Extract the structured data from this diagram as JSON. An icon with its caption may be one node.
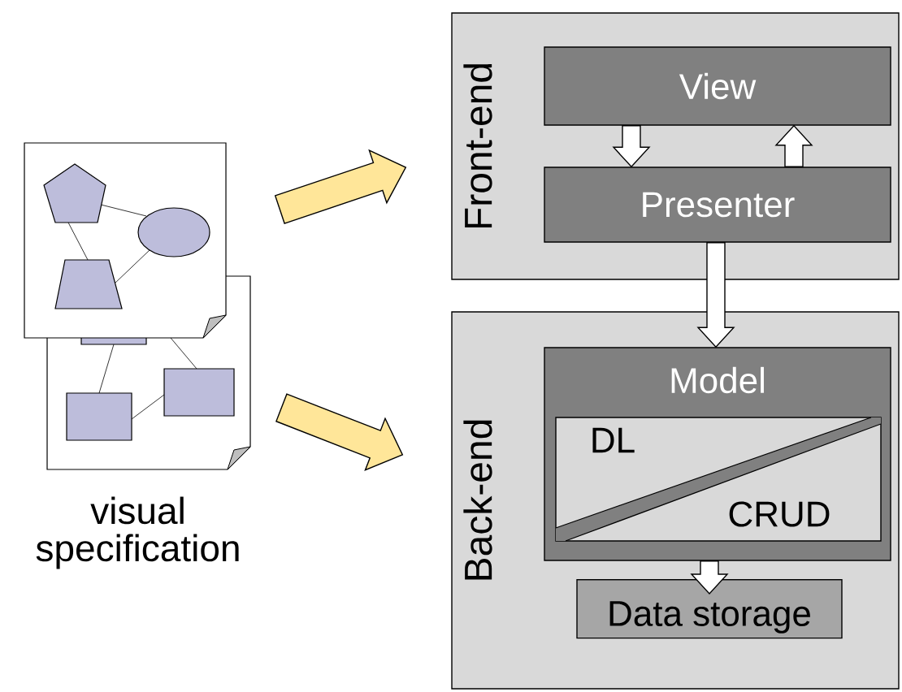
{
  "diagram": {
    "nodes": [
      {
        "text": [
          "visual specification"
        ]
      },
      {
        "text": [
          "Front-end"
        ]
      },
      {
        "text": [
          "View"
        ],
        "in": 1
      },
      {
        "text": [
          "Presenter"
        ],
        "in": 1
      },
      {
        "text": [
          "Back-end"
        ]
      },
      {
        "text": [
          "Model"
        ],
        "in": 4
      },
      {
        "text": [
          "DL"
        ],
        "in": 5
      },
      {
        "text": [
          "CRUD"
        ],
        "in": 5
      },
      {
        "text": [
          "Data storage"
        ],
        "in": 4
      }
    ],
    "edges": [
      {
        "from": 0,
        "to": 1,
        "arrow": "to",
        "color": "#ffe699"
      },
      {
        "from": 0,
        "to": 4,
        "arrow": "to",
        "color": "#ffe699"
      },
      {
        "from": 2,
        "to": 3,
        "arrow": "to"
      },
      {
        "from": 3,
        "to": 2,
        "arrow": "to"
      },
      {
        "from": 3,
        "to": 5,
        "arrow": "to"
      },
      {
        "from": 5,
        "to": 8,
        "arrow": "to"
      }
    ]
  }
}
